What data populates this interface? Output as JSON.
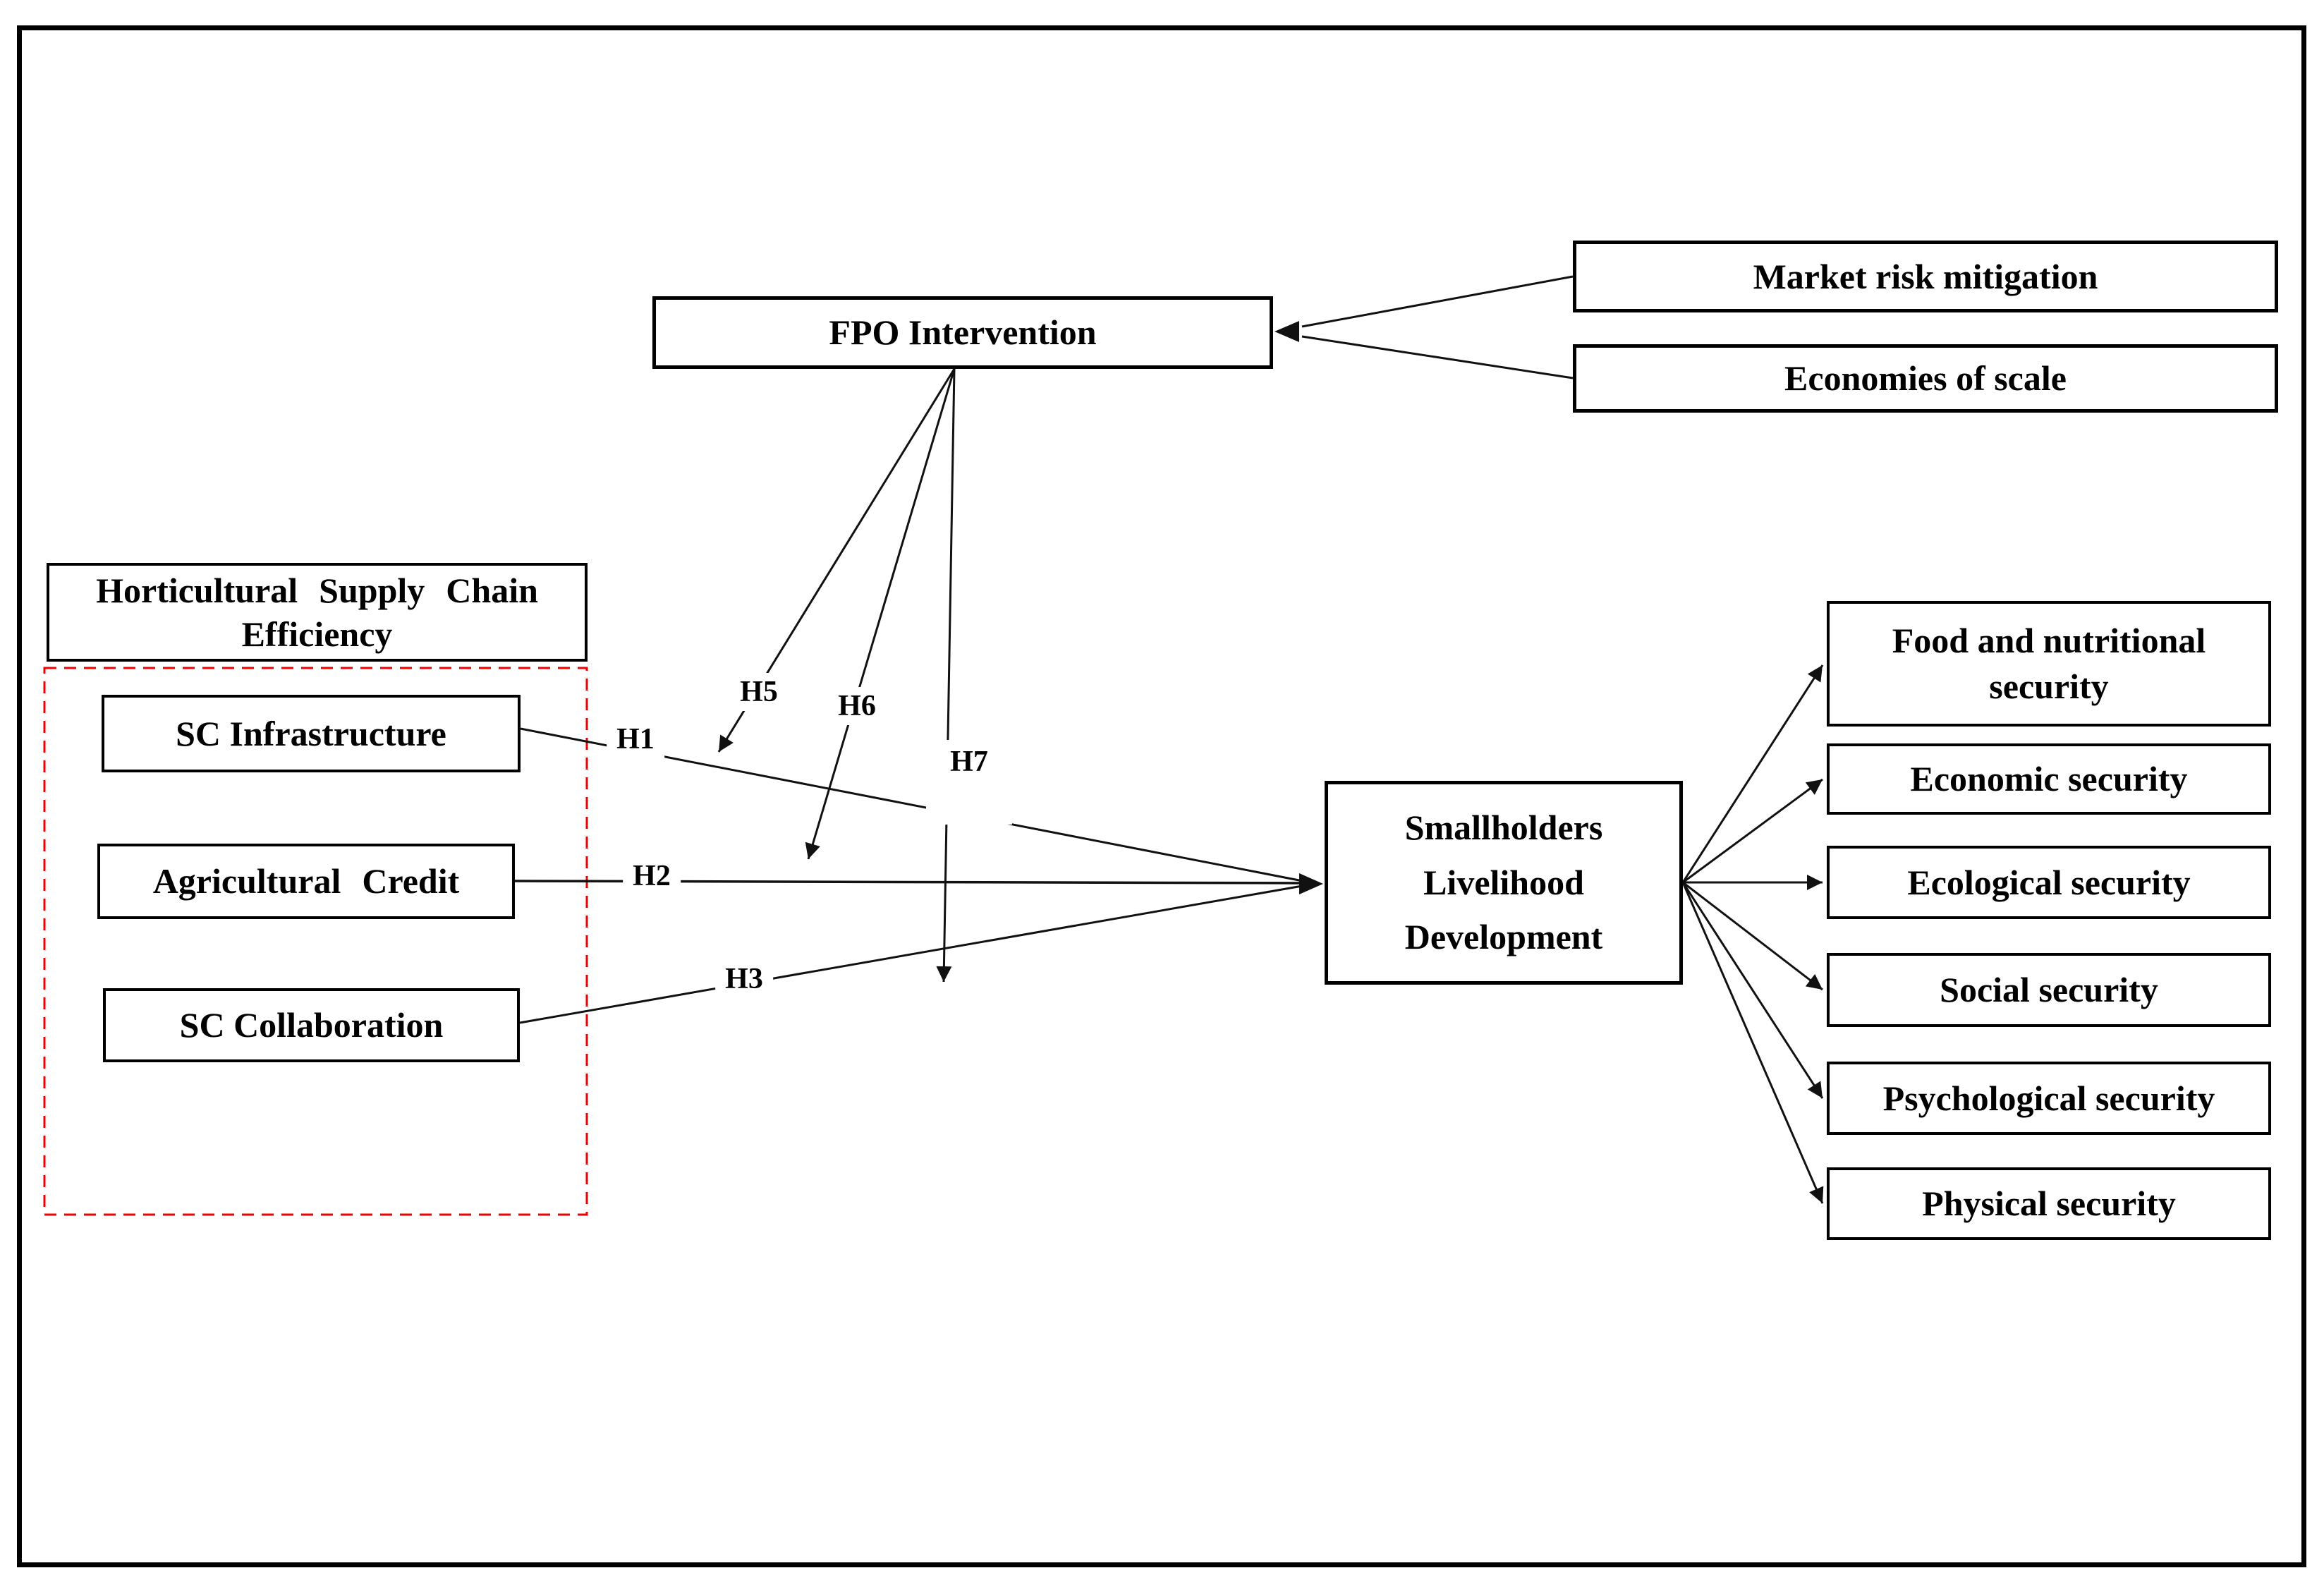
{
  "diagram": {
    "moderator": {
      "label": "FPO Intervention"
    },
    "moderator_drivers": [
      {
        "label": "Market risk mitigation"
      },
      {
        "label": "Economies of scale"
      }
    ],
    "antecedent_group": {
      "title_lines": [
        "Horticultural Supply Chain",
        "Efficiency"
      ],
      "items": [
        {
          "label": "SC Infrastructure"
        },
        {
          "label": "Agricultural Credit"
        },
        {
          "label": "SC Collaboration"
        }
      ]
    },
    "outcome": {
      "lines": [
        "Smallholders",
        "Livelihood",
        "Development"
      ]
    },
    "outcome_dimensions": [
      {
        "lines": [
          "Food and nutritional",
          "security"
        ]
      },
      {
        "lines": [
          "Economic security"
        ]
      },
      {
        "lines": [
          "Ecological security"
        ]
      },
      {
        "lines": [
          "Social security"
        ]
      },
      {
        "lines": [
          "Psychological security"
        ]
      },
      {
        "lines": [
          "Physical security"
        ]
      }
    ],
    "hypotheses": {
      "h1": "H1",
      "h2": "H2",
      "h3": "H3",
      "h5": "H5",
      "h6": "H6",
      "h7": "H7"
    },
    "colors": {
      "box_border": "#000000",
      "line": "#111111",
      "group_dash": "#f00000",
      "background": "#ffffff",
      "text": "#000000"
    }
  }
}
